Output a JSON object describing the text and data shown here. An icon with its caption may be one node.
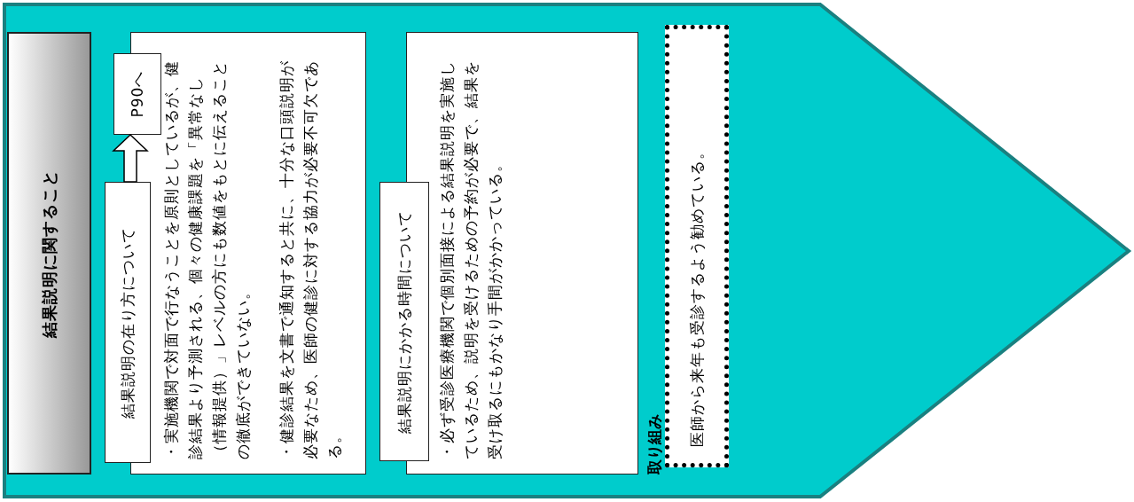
{
  "diagram": {
    "nodes": [
      {
        "text": [
          "結果説明に関すること"
        ]
      },
      {
        "text": [
          "・実施機関で対面で行なうことを原則としているが、健診結果より予測される、個々の健康課題を「異常なし（情報提供）」レベルの方にも数値をもとに伝えることの徹底ができていない。",
          "・健診結果を文書で通知すると共に、十分な口頭説明が必要なため、医師の健診に対する協力が必要不可欠である。"
        ]
      },
      {
        "text": [
          "結果説明の在り方について"
        ]
      },
      {
        "text": [
          "P90へ"
        ]
      },
      {
        "text": [
          "・必ず受診医療機関で個別面接による結果説明を実施しているため、説明を受けるための予約が必要で、結果を受け取るにもかなり手間がかかっている。"
        ]
      },
      {
        "text": [
          "結果説明にかかる時間について"
        ]
      },
      {
        "text": [
          "医師から来年も受診するよう勧めている。"
        ],
        "beside": [
          "取り組み"
        ]
      }
    ],
    "edges": [
      {
        "from": 2,
        "to": 3,
        "arrow": "to"
      }
    ]
  }
}
